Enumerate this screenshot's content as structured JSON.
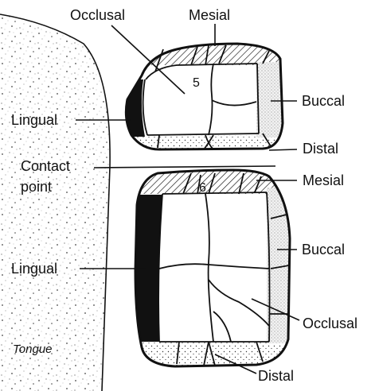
{
  "figure": {
    "labels": {
      "occlusal_top": "Occlusal",
      "mesial_top": "Mesial",
      "lingual_top": "Lingual",
      "buccal_top": "Buccal",
      "distal_top": "Distal",
      "contact_point_line1": "Contact",
      "contact_point_line2": "point",
      "mesial_bottom": "Mesial",
      "lingual_bottom": "Lingual",
      "buccal_bottom": "Buccal",
      "occlusal_bottom": "Occlusal",
      "distal_bottom": "Distal",
      "tongue": "Tongue",
      "tooth_5": "5",
      "tooth_6": "6"
    }
  }
}
